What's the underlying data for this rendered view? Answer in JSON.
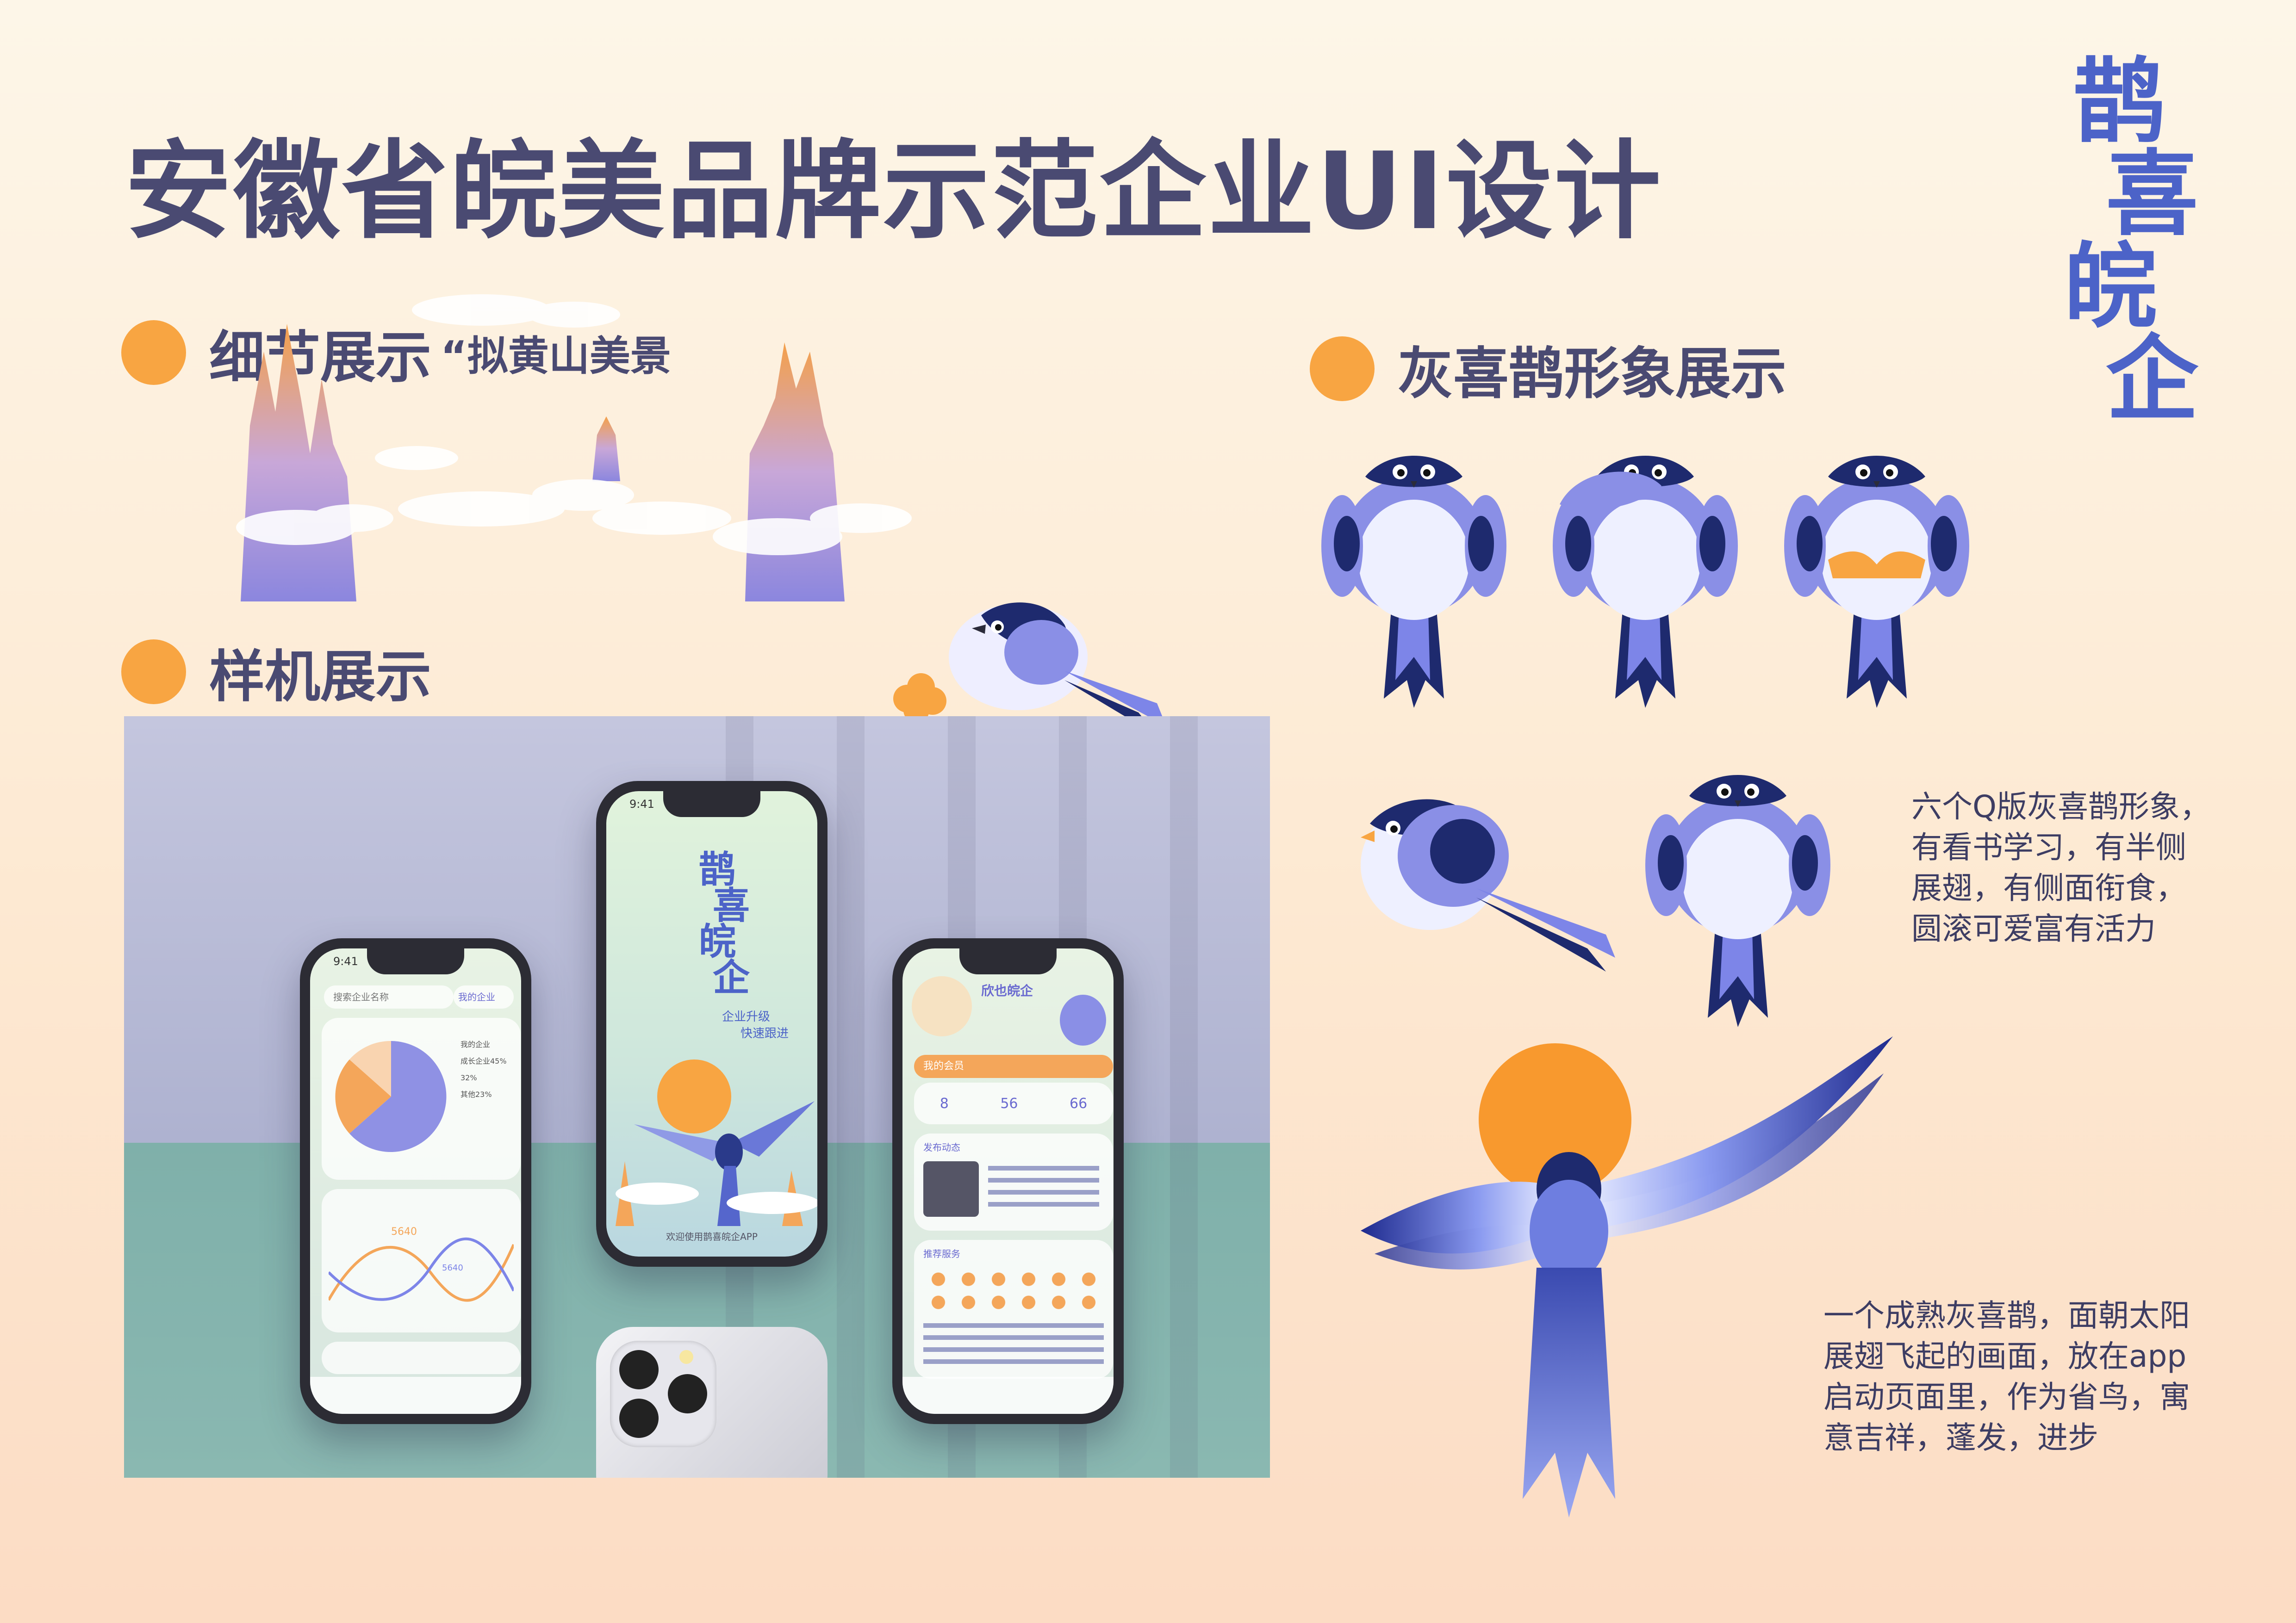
{
  "title": "安徽省皖美品牌示范企业UI设计",
  "sections": {
    "detail": {
      "label": "细节展示",
      "sub": "“拟黄山美景"
    },
    "mockup": {
      "label": "样机展示"
    },
    "character": {
      "label": "灰喜鹊形象展示"
    }
  },
  "logo": {
    "chars": [
      "鹊",
      "喜",
      "皖",
      "企"
    ]
  },
  "notes": {
    "six_birds": [
      "六个Q版灰喜鹊形象，",
      "有看书学习，有半侧",
      "展翅，有侧面衔食，",
      "圆滚可爱富有活力"
    ],
    "adult_bird": [
      "一个成熟灰喜鹊，面朝太阳",
      "展翅飞起的画面，放在app",
      "启动页面里，作为省鸟，寓",
      "意吉祥，蓬发，进步"
    ]
  },
  "phones": {
    "left": {
      "time": "9:41",
      "search": "搜索企业名称",
      "tab": "我的企业",
      "legend": [
        "我的企业",
        "成长企业45%",
        "32%",
        "其他23%"
      ],
      "chart_label_1": "5640",
      "chart_label_2": "5640"
    },
    "center": {
      "time": "9:41",
      "logo": [
        "鹊",
        "喜",
        "皖",
        "企"
      ],
      "slogan": [
        "企业升级",
        "快速跟进"
      ],
      "footer": "欢迎使用鹊喜皖企APP"
    },
    "right": {
      "title": "欣也皖企",
      "member": "我的会员",
      "stats": [
        "8",
        "56",
        "66"
      ],
      "feed": "发布动态",
      "recommend": "推荐服务"
    }
  },
  "colors": {
    "accent": "#f8a542",
    "text": "#4a4a72",
    "bird": "#7d85e8",
    "bird_dark": "#1e2a6e"
  }
}
